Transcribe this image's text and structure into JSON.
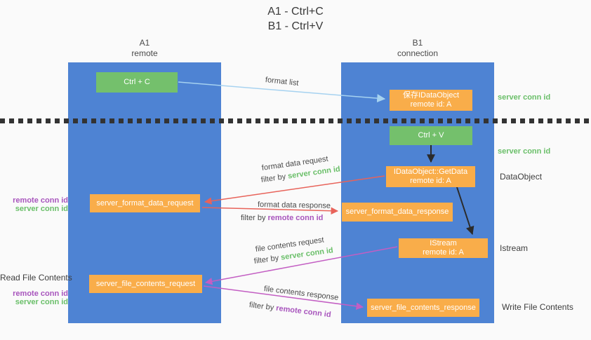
{
  "title": {
    "line1": "A1 - Ctrl+C",
    "line2": "B1 - Ctrl+V"
  },
  "columns": {
    "left": {
      "name": "A1",
      "subtitle": "remote"
    },
    "right": {
      "name": "B1",
      "subtitle": "connection"
    }
  },
  "nodes": {
    "ctrl_c": {
      "label": "Ctrl + C"
    },
    "ctrl_v": {
      "label": "Ctrl + V"
    },
    "save_idataobject": {
      "line1": "保存IDataObject",
      "line2": "remote id: A"
    },
    "idataobject_getdata": {
      "line1": "IDataObject::GetData",
      "line2": "remote id: A"
    },
    "istream": {
      "line1": "IStream",
      "line2": "remote id: A"
    },
    "server_format_data_request": {
      "label": "server_format_data_request"
    },
    "server_format_data_response": {
      "label": "server_format_data_response"
    },
    "server_file_contents_request": {
      "label": "server_file_contents_request"
    },
    "server_file_contents_response": {
      "label": "server_file_contents_response"
    }
  },
  "arrow_labels": {
    "format_list": "format list",
    "format_data_request": "format data request",
    "format_data_response": "format data response",
    "file_contents_request": "file contents request",
    "file_contents_response": "file contents response",
    "filter_by": "filter by"
  },
  "terms": {
    "server_conn_id": "server conn id",
    "remote_conn_id": "remote conn id"
  },
  "side_labels": {
    "data_object": "DataObject",
    "istream": "Istream",
    "write_file_contents": "Write File Contents",
    "read_file_contents": "Read File Contents"
  },
  "colors": {
    "column_blue": "#4e83d3",
    "node_green": "#74c06c",
    "node_orange": "#f9ad4a",
    "arrow_light_blue": "#a6d2f0",
    "arrow_red": "#e8635a",
    "arrow_magenta": "#c35ec3",
    "arrow_black": "#2b2b2b",
    "label_green": "#6abf69",
    "label_purple": "#a855bd",
    "text_dark": "#3d3d3d"
  }
}
